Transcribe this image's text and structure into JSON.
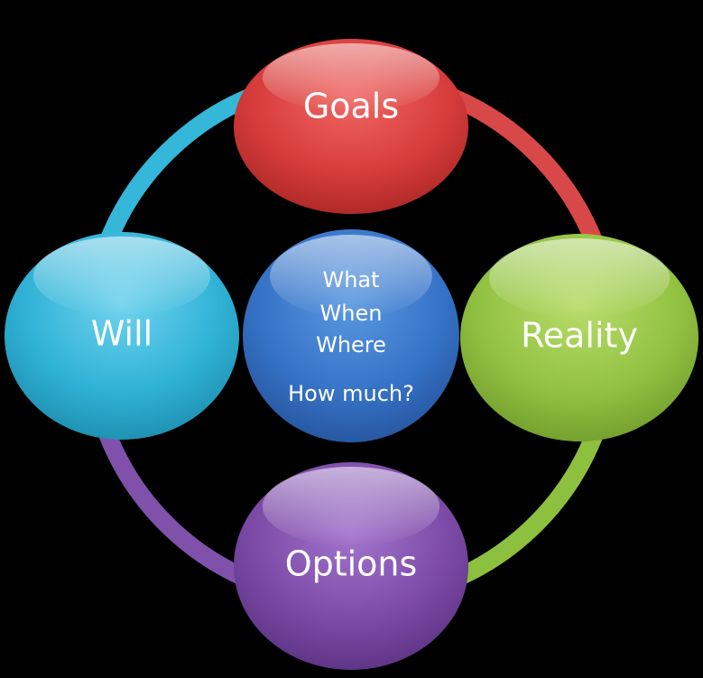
{
  "diagram": {
    "nodes": {
      "goals": {
        "label": "Goals",
        "color": "#d9413f"
      },
      "reality": {
        "label": "Reality",
        "color": "#92c242"
      },
      "options": {
        "label": "Options",
        "color": "#7b4aa6"
      },
      "will": {
        "label": "Will",
        "color": "#2fb2d6"
      },
      "center": {
        "lines": [
          "What",
          "When",
          "Where",
          "How much?"
        ],
        "color": "#3673c7"
      }
    },
    "ring": {
      "goals_to_reality": "#d94848",
      "reality_to_options": "#8ec03f",
      "options_to_will": "#8051aa",
      "will_to_goals": "#34b7d8"
    }
  }
}
